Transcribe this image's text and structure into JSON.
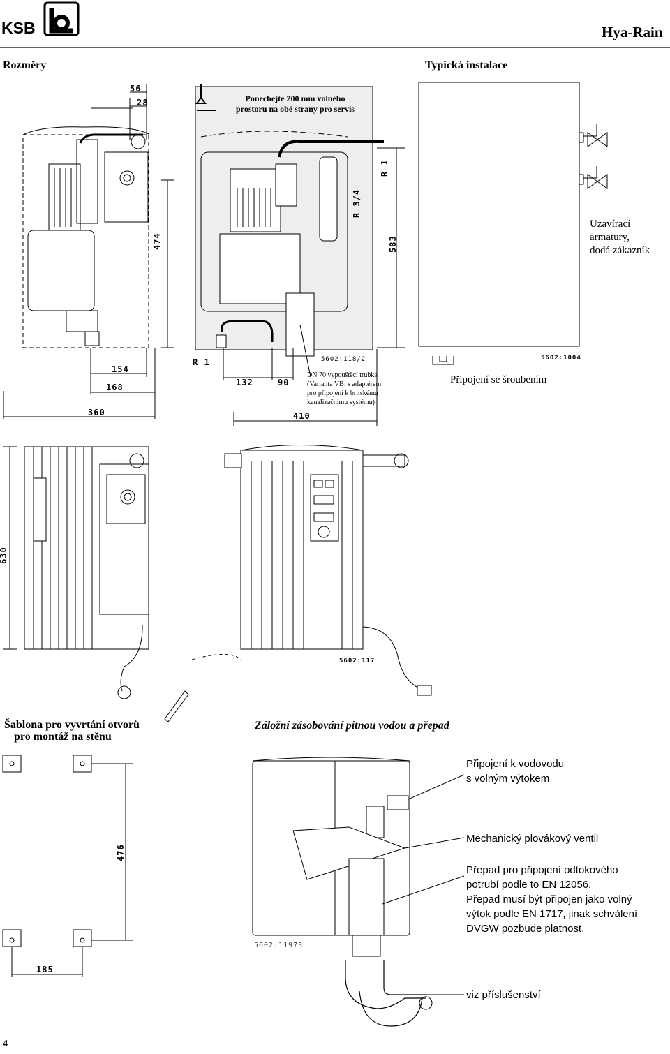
{
  "header": {
    "logo_text": "KSB",
    "product": "Hya-Rain"
  },
  "sections": {
    "dimensions": "Rozměry",
    "typical_install": "Typická instalace",
    "template_line1": "Šablona pro vyvrtání otvorů",
    "template_line2": "pro montáž na stěnu",
    "backup_supply": "Záložní zásobování pitnou vodou a přepad"
  },
  "notes": {
    "service_line1": "Ponechejte 200 mm volného",
    "service_line2": "prostoru na obě strany pro servis",
    "drain_line1": "DN 70 vypouštěcí trubka",
    "drain_line2": "(Varianta VB: s adaptérem",
    "drain_line3": "pro připojení k britskému",
    "drain_line4": "kanalizačnímu systému)",
    "valves_line1": "Uzavírací",
    "valves_line2": "armatury,",
    "valves_line3": "dodá zákazník",
    "screw_connection": "Připojení se šroubením",
    "water_conn_line1": "Připojení k vodovodu",
    "water_conn_line2": "s volným výtokem",
    "float_valve": "Mechanický plovákový ventil",
    "overflow_line1": "Přepad pro připojení odtokového",
    "overflow_line2": "potrubí podle to EN 12056.",
    "overflow_line3": "Přepad musí být připojen jako volný",
    "overflow_line4": "výtok podle EN 1717, jinak schválení",
    "overflow_line5": "DVGW pozbude platnost.",
    "accessories": "viz příslušenství"
  },
  "dimensions": {
    "d56": "56",
    "d28": "28",
    "d474": "474",
    "d154": "154",
    "d168": "168",
    "d360": "360",
    "r1_top": "R 1",
    "r34": "R 3/4",
    "d583": "583",
    "r1_bottom": "R 1",
    "d132": "132",
    "d90": "90",
    "d410": "410",
    "d630": "630",
    "d476": "476",
    "d185": "185"
  },
  "drawing_refs": {
    "ref1": "5602:118/2",
    "ref2": "5602:1004",
    "ref3": "5602:117",
    "ref4": "5602:11973"
  },
  "footer": {
    "page_number": "4"
  }
}
